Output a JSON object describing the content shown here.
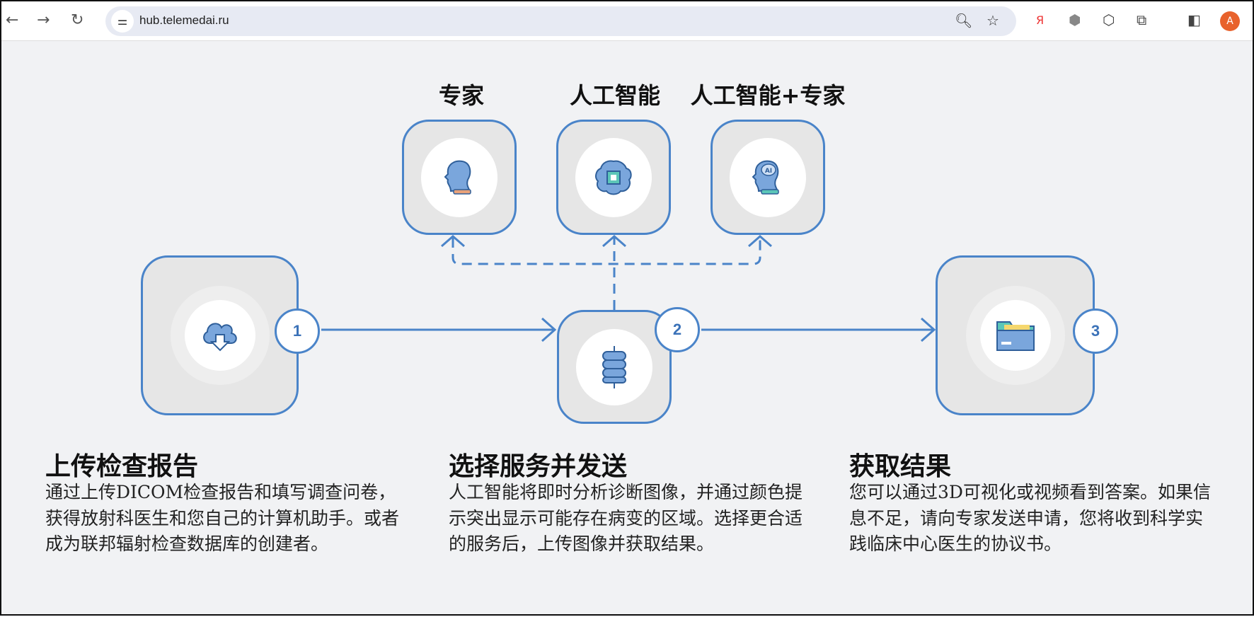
{
  "browser": {
    "url": "hub.telemedai.ru",
    "avatar_letter": "A"
  },
  "services": [
    {
      "label": "专家",
      "icon": "head-icon"
    },
    {
      "label": "人工智能",
      "icon": "ai-brain-chip-icon"
    },
    {
      "label": "人工智能+专家",
      "icon": "ai-head-icon"
    }
  ],
  "steps": [
    {
      "number": "1",
      "icon": "cloud-upload-icon",
      "title": "上传检查报告",
      "text": "通过上传DICOM检查报告和填写调查问卷，获得放射科医生和您自己的计算机助手。或者成为联邦辐射检查数据库的创建者。"
    },
    {
      "number": "2",
      "icon": "database-icon",
      "title": "选择服务并发送",
      "text": "人工智能将即时分析诊断图像，并通过颜色提示突出显示可能存在病变的区域。选择更合适的服务后，上传图像并获取结果。"
    },
    {
      "number": "3",
      "icon": "folder-icon",
      "title": "获取结果",
      "text": "您可以通过3D可视化或视频看到答案。如果信息不足，请向专家发送申请，您将收到科学实践临床中心医生的协议书。"
    }
  ],
  "colors": {
    "accent": "#4a84c9",
    "box": "#e6e6e6",
    "bg": "#f1f2f4"
  }
}
